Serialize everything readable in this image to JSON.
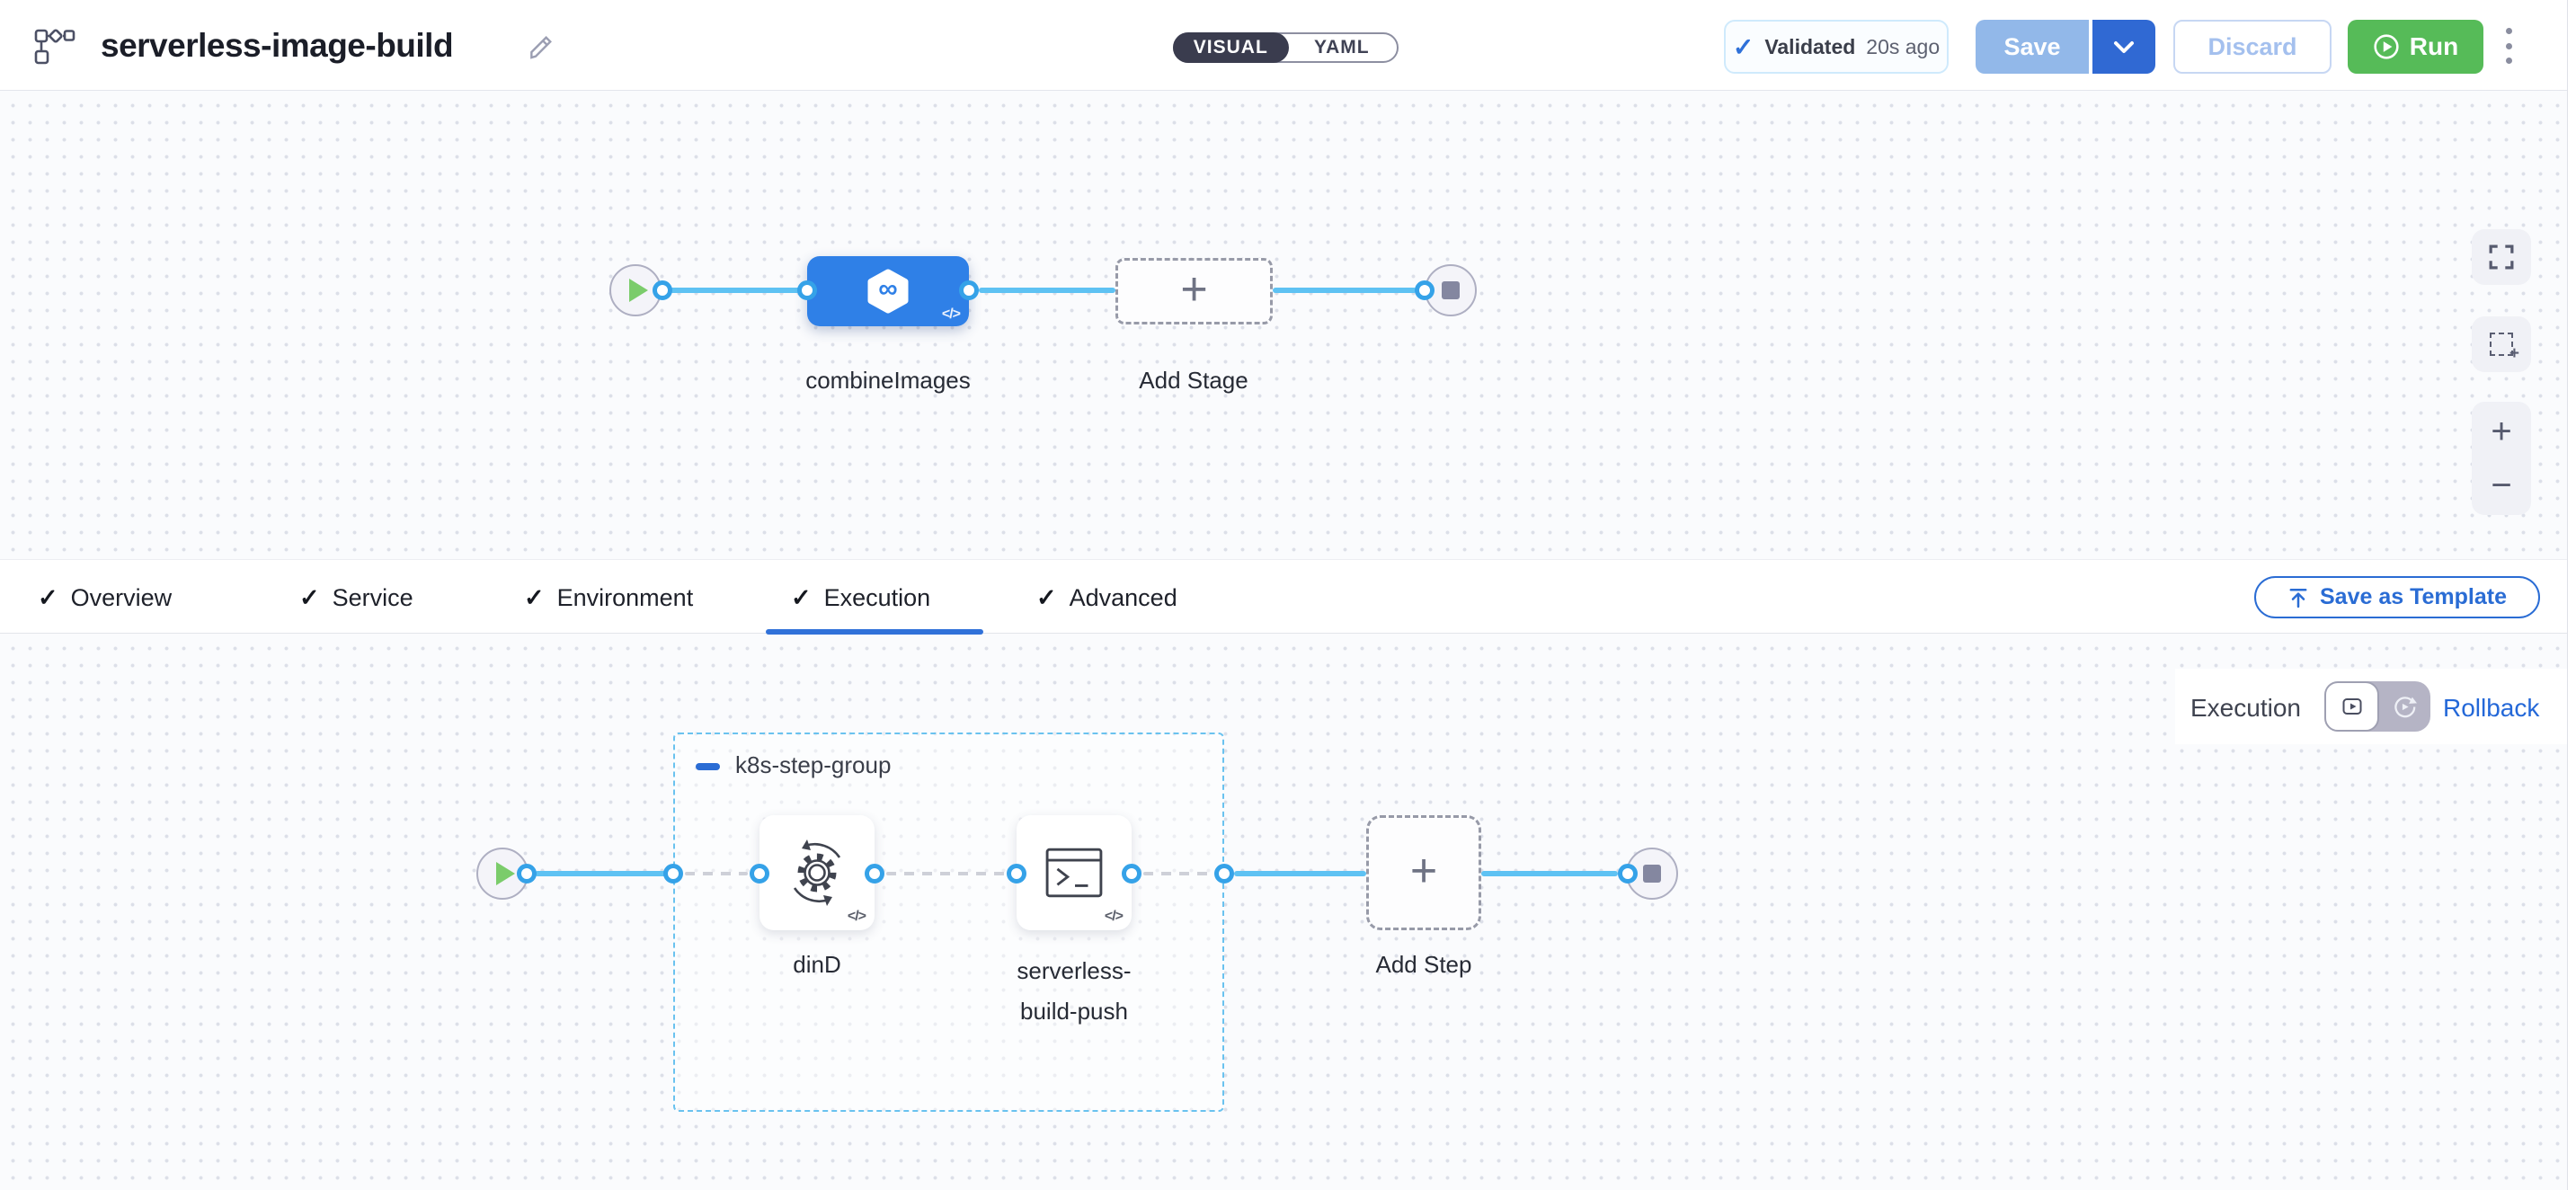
{
  "glyphs": {
    "check": "✓",
    "code": "</>",
    "plus": "+",
    "infinity": "∞",
    "zoom_in": "+",
    "zoom_out": "−"
  },
  "header": {
    "title": "serverless-image-build",
    "mode": {
      "visual": "VISUAL",
      "yaml": "YAML"
    },
    "validated": {
      "label": "Validated",
      "time": "20s ago"
    },
    "save": "Save",
    "discard": "Discard",
    "run": "Run"
  },
  "stage_canvas": {
    "stage_name": "combineImages",
    "add_stage": "Add Stage"
  },
  "tabs": {
    "items": [
      {
        "label": "Overview"
      },
      {
        "label": "Service"
      },
      {
        "label": "Environment"
      },
      {
        "label": "Execution"
      },
      {
        "label": "Advanced"
      }
    ],
    "active": "Execution",
    "save_as_template": "Save as Template"
  },
  "execution_canvas": {
    "mode_label": "Execution",
    "rollback": "Rollback",
    "group_name": "k8s-step-group",
    "steps": [
      {
        "label": "dinD"
      },
      {
        "label_lines": [
          "serverless-",
          "build-push"
        ]
      }
    ],
    "add_step": "Add Step"
  },
  "colors": {
    "primary_blue": "#2f80e7",
    "connector_blue": "#5ec2f3",
    "port_blue": "#35a2e8",
    "run_green": "#56bb58",
    "link_blue": "#2468d8",
    "save_disabled_blue": "#92b8e9",
    "save_caret_blue": "#3069d3",
    "validated_border": "#cfeafc",
    "tab_underline_blue": "#3071d9",
    "group_border_blue": "#6ac2ef",
    "toggle_dark": "#3a3c4e"
  }
}
